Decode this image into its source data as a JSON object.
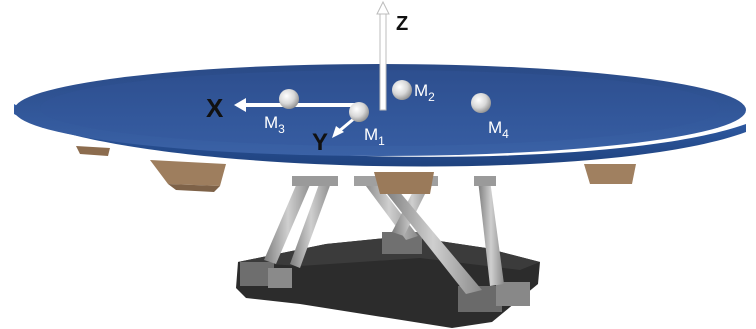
{
  "axes": {
    "x": "X",
    "y": "Y",
    "z": "Z"
  },
  "masses": [
    {
      "label": "M",
      "sub": "1"
    },
    {
      "label": "M",
      "sub": "2"
    },
    {
      "label": "M",
      "sub": "3"
    },
    {
      "label": "M",
      "sub": "4"
    }
  ],
  "colors": {
    "table_top": "#2d4f8f",
    "table_edge": "#2b5aa6",
    "support_block": "#9e7e5e",
    "base_plate": "#2c2c2c",
    "actuator": "#9a9a9a",
    "mass_sphere": "#e8e8e8"
  },
  "icons": {
    "masses": "sphere-icon"
  }
}
